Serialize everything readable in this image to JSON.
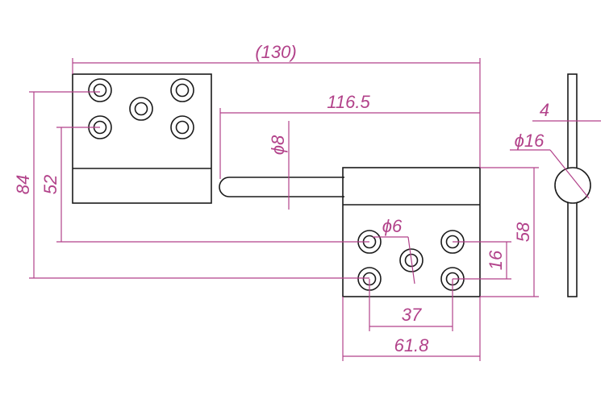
{
  "drawing": {
    "colors": {
      "dimension": "#b2428a",
      "part": "#1a1a1a",
      "background": "#ffffff"
    },
    "dimensions": {
      "overall_length": "(130)",
      "pin_offset": "116.5",
      "pin_diameter": "ϕ8",
      "thickness": "4",
      "barrel_diameter": "ϕ16",
      "left_leaf_height": "84",
      "hole_spacing_vertical": "52",
      "hole_diameter": "ϕ6",
      "right_leaf_height": "58",
      "hole_row_offset": "16",
      "hole_spacing_horizontal": "37",
      "right_leaf_width": "61.8"
    }
  }
}
